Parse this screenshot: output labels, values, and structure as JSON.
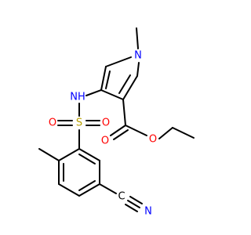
{
  "molecule": {
    "colors": {
      "carbon": "#000000",
      "nitrogen": "#0000ff",
      "oxygen": "#ff0000",
      "sulfur": "#b8a000"
    },
    "labels": {
      "pyrrole_n": "N",
      "amide_nh": "NH",
      "sulfur": "S",
      "sulfonyl_o_left": "O",
      "sulfonyl_o_right": "O",
      "carbonyl_o": "O",
      "ester_o": "O",
      "nitrile_c": "C",
      "nitrile_n": "N"
    }
  }
}
